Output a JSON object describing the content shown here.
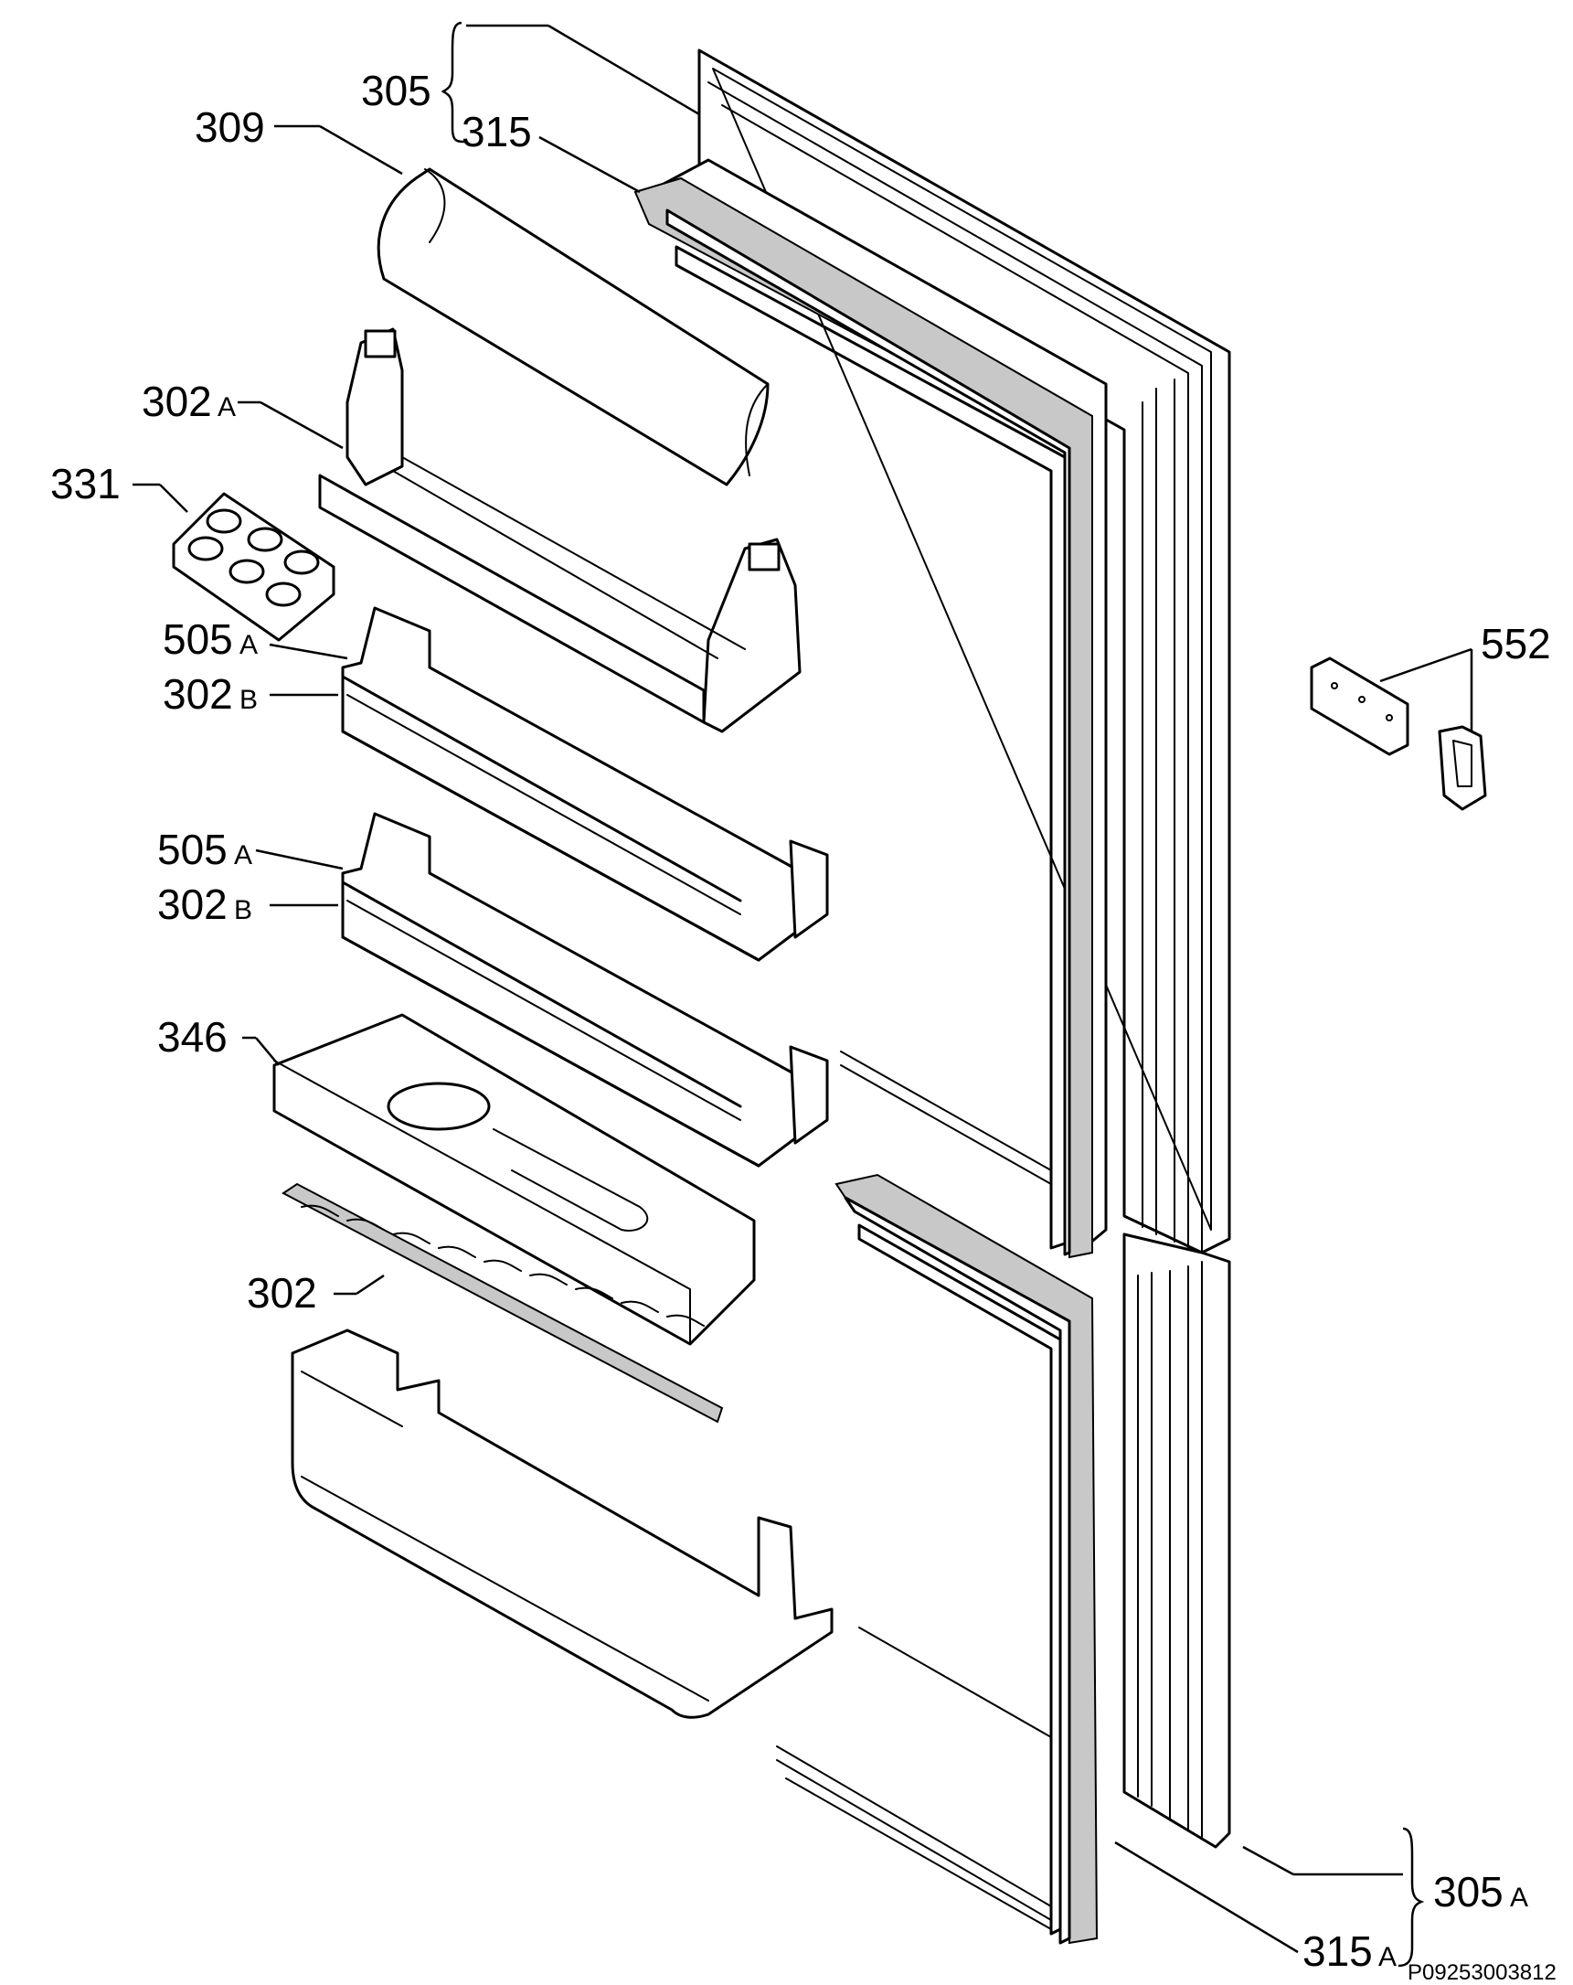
{
  "diagram": {
    "labels": {
      "p305": "305",
      "p315": "315",
      "p309": "309",
      "p302a_top": "302",
      "p302a_top_suffix": "A",
      "p331": "331",
      "p505a_1": "505",
      "p505a_1_suffix": "A",
      "p302b_1": "302",
      "p302b_1_suffix": "B",
      "p505a_2": "505",
      "p505a_2_suffix": "A",
      "p302b_2": "302",
      "p302b_2_suffix": "B",
      "p346": "346",
      "p302": "302",
      "p552": "552",
      "p305a": "305",
      "p305a_suffix": "A",
      "p315a": "315",
      "p315a_suffix": "A"
    },
    "document_id": "P09253003812"
  }
}
